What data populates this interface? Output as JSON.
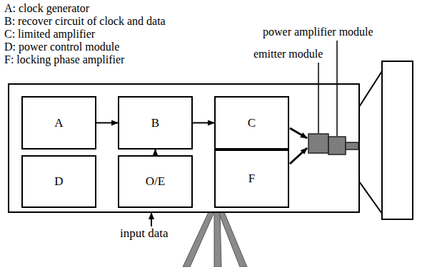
{
  "diagram": {
    "nodes": [
      {
        "text": [
          "A"
        ]
      },
      {
        "text": [
          "B"
        ]
      },
      {
        "text": [
          "C"
        ]
      },
      {
        "text": [
          "D"
        ]
      },
      {
        "text": [
          "O/E"
        ]
      },
      {
        "text": [
          "F"
        ]
      }
    ],
    "edges": [
      {
        "from": 0,
        "to": 1,
        "arrow": "to"
      },
      {
        "from": 1,
        "to": 2,
        "arrow": "to"
      },
      {
        "from": 4,
        "to": 1,
        "arrow": "to"
      }
    ],
    "labels": [
      "A: clock generator",
      "B: recover circuit of clock and data",
      "C: limited amplifier",
      "D: power control module",
      "F: locking phase amplifier",
      "power amplifier module",
      "emitter module",
      "input data"
    ]
  }
}
